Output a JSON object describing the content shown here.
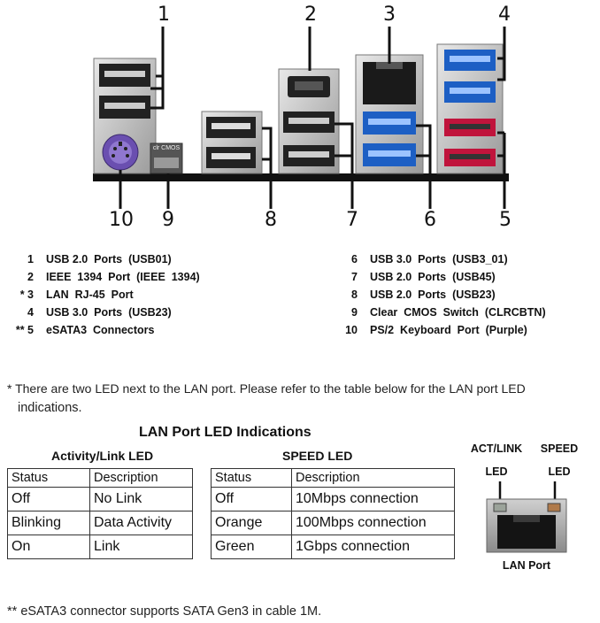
{
  "diagram": {
    "callouts": [
      "1",
      "2",
      "3",
      "4",
      "5",
      "6",
      "7",
      "8",
      "9",
      "10"
    ],
    "cmos_label": "clr CMOS"
  },
  "legend_left": [
    {
      "n": "1",
      "text": "USB 2.0  Ports  (USB01)"
    },
    {
      "n": "2",
      "text": "IEEE  1394  Port  (IEEE  1394)"
    },
    {
      "n": "* 3",
      "text": "LAN  RJ-45  Port"
    },
    {
      "n": "4",
      "text": "USB 3.0  Ports  (USB23)"
    },
    {
      "n": "** 5",
      "text": "eSATA3  Connectors"
    }
  ],
  "legend_right": [
    {
      "n": "6",
      "text": "USB 3.0  Ports  (USB3_01)"
    },
    {
      "n": "7",
      "text": "USB 2.0  Ports  (USB45)"
    },
    {
      "n": "8",
      "text": "USB 2.0  Ports  (USB23)"
    },
    {
      "n": "9",
      "text": "Clear  CMOS  Switch  (CLRCBTN)"
    },
    {
      "n": "10",
      "text": "PS/2  Keyboard  Port  (Purple)"
    }
  ],
  "note1_line1": "* There are two LED next to the LAN port. Please refer to the table below for the LAN port LED",
  "note1_line2": "indications.",
  "section_title": "LAN Port LED Indications",
  "activity_table": {
    "title": "Activity/Link LED",
    "headers": [
      "Status",
      "Description"
    ],
    "rows": [
      [
        "Off",
        "No Link"
      ],
      [
        "Blinking",
        "Data Activity"
      ],
      [
        "On",
        "Link"
      ]
    ]
  },
  "speed_table": {
    "title": "SPEED LED",
    "headers": [
      "Status",
      "Description"
    ],
    "rows": [
      [
        "Off",
        "10Mbps connection"
      ],
      [
        "Orange",
        "100Mbps connection"
      ],
      [
        "Green",
        "1Gbps connection"
      ]
    ]
  },
  "lan_port": {
    "act_label_1": "ACT/LINK",
    "act_label_2": "LED",
    "speed_label_1": "SPEED",
    "speed_label_2": "LED",
    "caption": "LAN Port"
  },
  "note2": "** eSATA3 connector supports SATA Gen3 in cable 1M."
}
